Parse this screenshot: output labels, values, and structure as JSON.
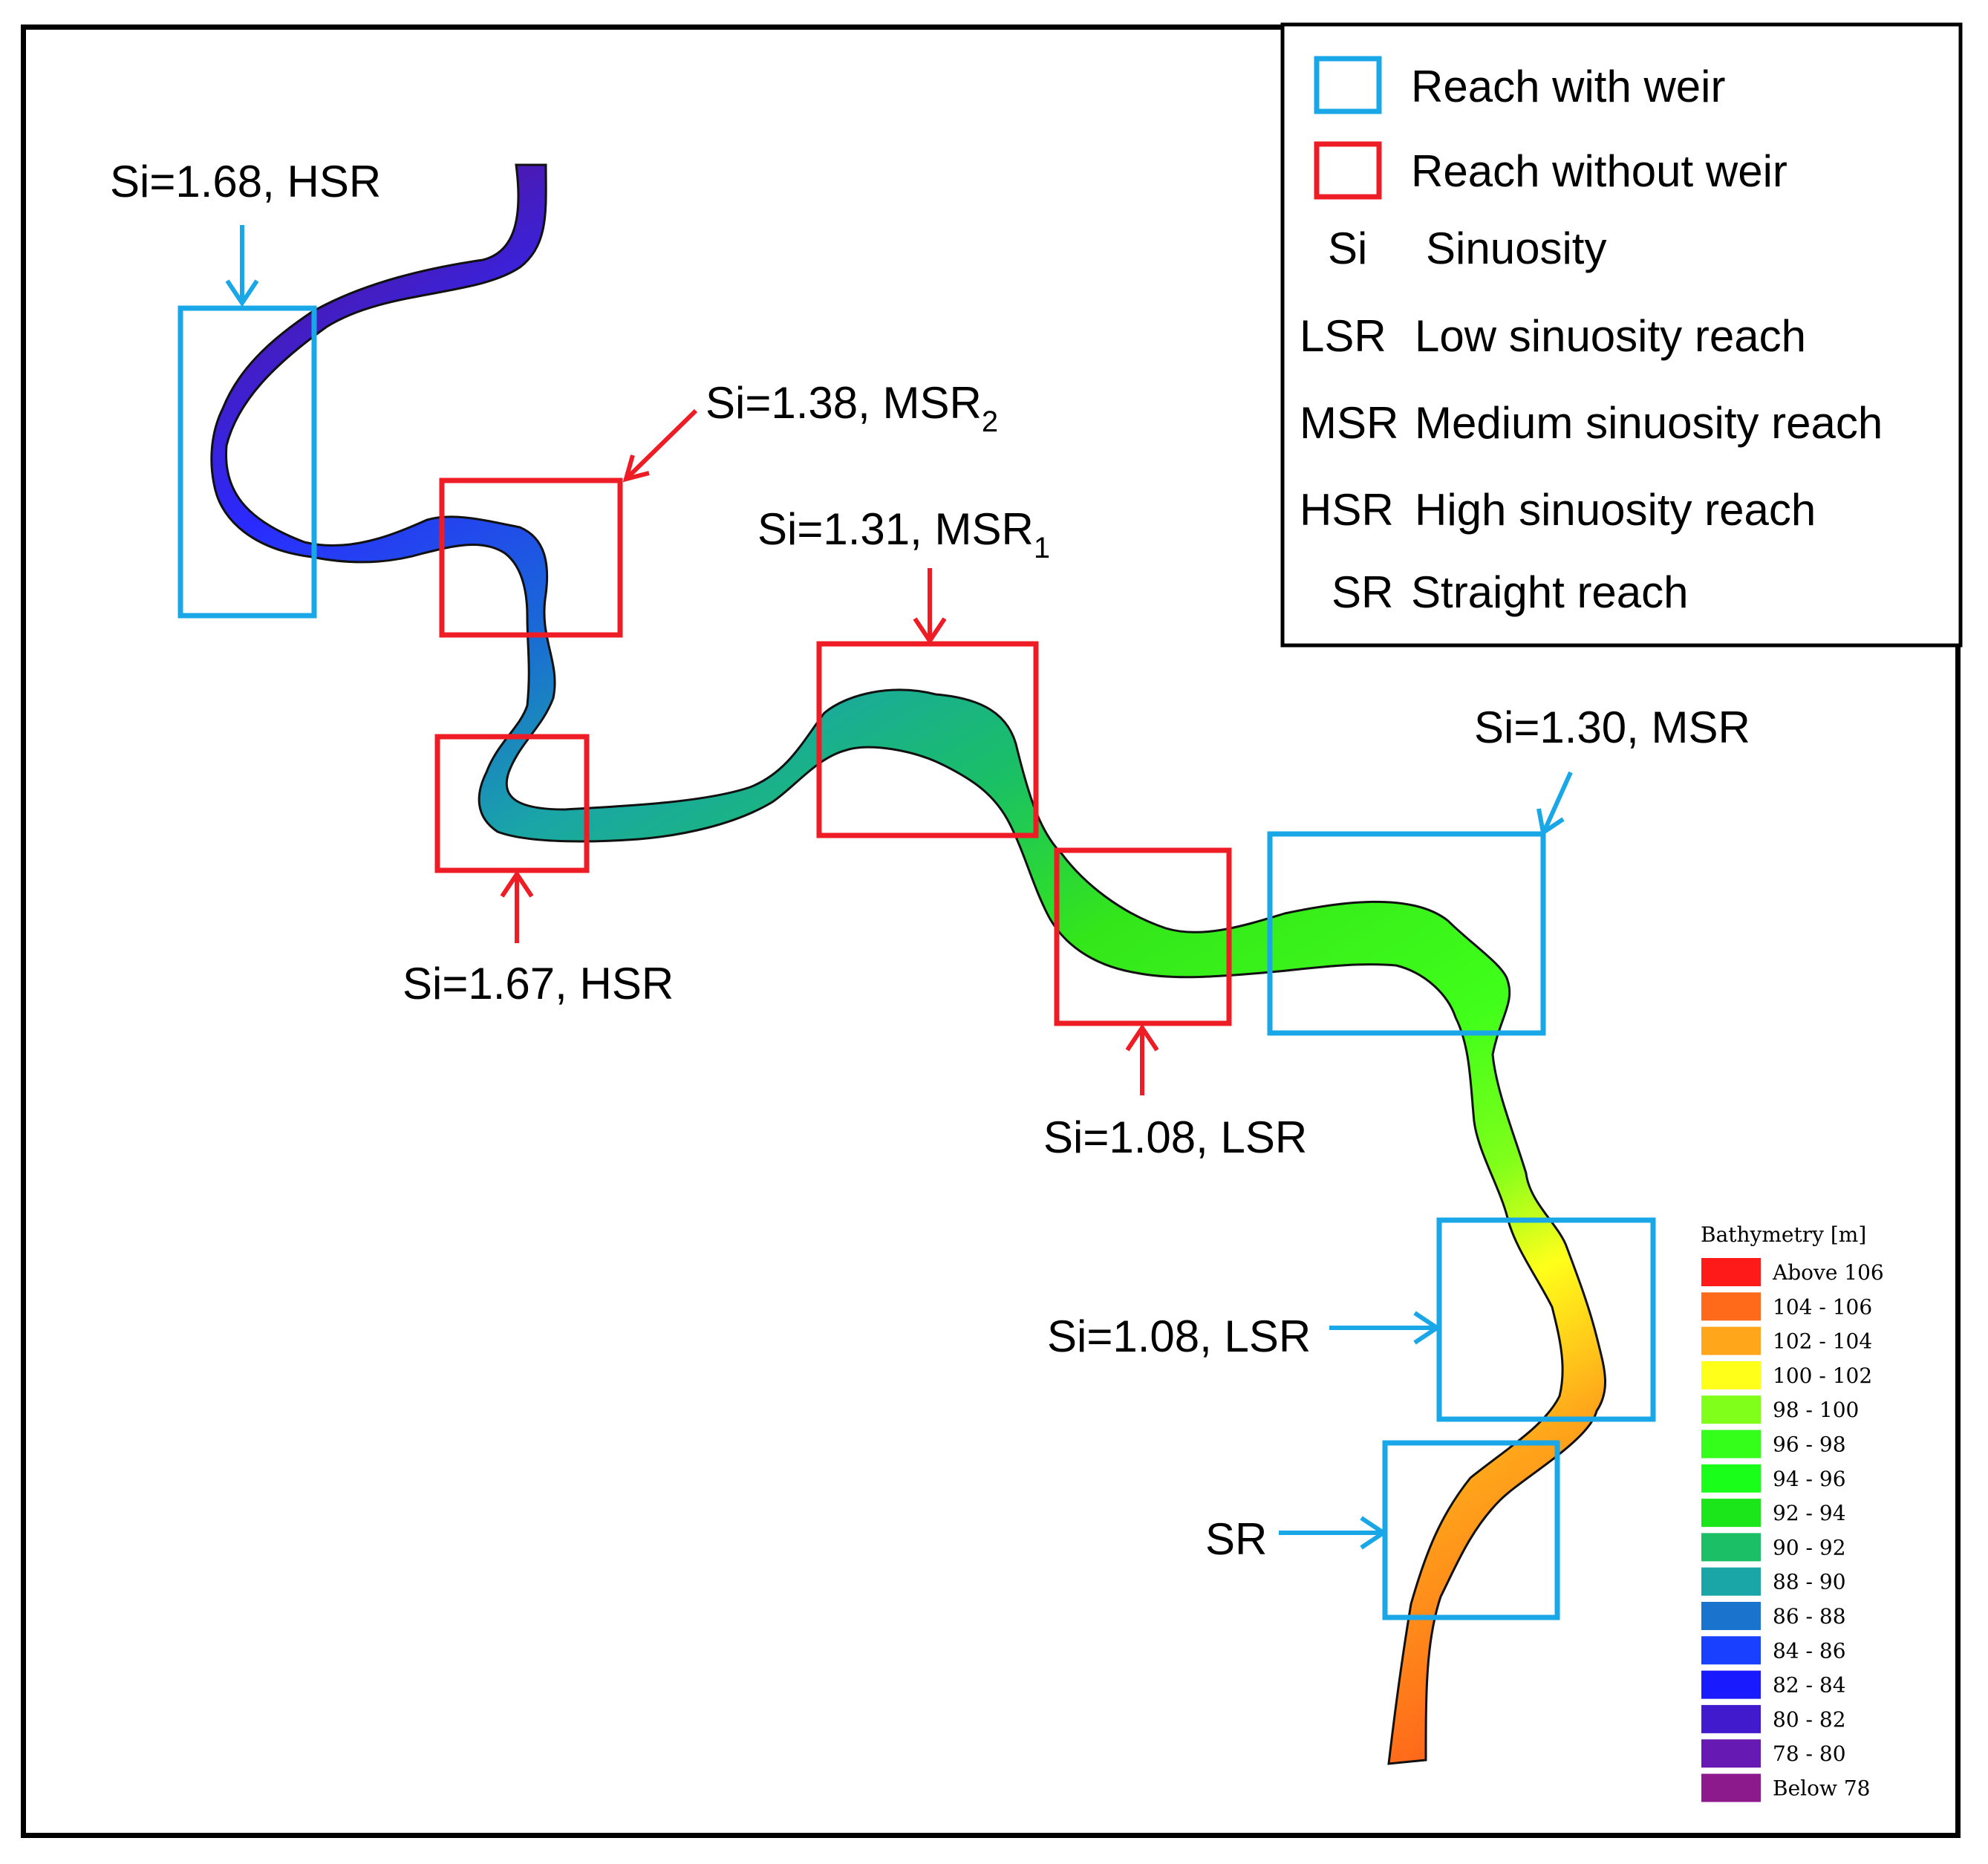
{
  "legend": {
    "boxes": [
      {
        "label": "Reach with weir",
        "color": "#1aa7e8"
      },
      {
        "label": "Reach without weir",
        "color": "#ee1c24"
      }
    ],
    "abbreviations": [
      {
        "abbr": "Si",
        "meaning": "Sinuosity"
      },
      {
        "abbr": "LSR",
        "meaning": "Low sinuosity reach"
      },
      {
        "abbr": "MSR",
        "meaning": "Medium sinuosity reach"
      },
      {
        "abbr": "HSR",
        "meaning": "High sinuosity reach"
      },
      {
        "abbr": "SR",
        "meaning": "Straight reach"
      }
    ]
  },
  "reaches": [
    {
      "id": "r1",
      "type": "weir",
      "label_main": "Si=1.68, HSR",
      "label_sub": ""
    },
    {
      "id": "r2",
      "type": "no-weir",
      "label_main": "Si=1.38, MSR",
      "label_sub": "2"
    },
    {
      "id": "r3",
      "type": "no-weir",
      "label_main": "Si=1.67, HSR",
      "label_sub": ""
    },
    {
      "id": "r4",
      "type": "no-weir",
      "label_main": "Si=1.31, MSR",
      "label_sub": "1"
    },
    {
      "id": "r5",
      "type": "no-weir",
      "label_main": "Si=1.08, LSR",
      "label_sub": ""
    },
    {
      "id": "r6",
      "type": "weir",
      "label_main": "Si=1.30, MSR",
      "label_sub": ""
    },
    {
      "id": "r7",
      "type": "weir",
      "label_main": "Si=1.08, LSR",
      "label_sub": ""
    },
    {
      "id": "r8",
      "type": "weir",
      "label_main": "SR",
      "label_sub": ""
    }
  ],
  "colorbar": {
    "title": "Bathymetry [m]",
    "classes": [
      {
        "label": "Above 106",
        "color": "#ff1a1a"
      },
      {
        "label": "104 - 106",
        "color": "#ff6a1a"
      },
      {
        "label": "102 - 104",
        "color": "#ffa61a"
      },
      {
        "label": "100 - 102",
        "color": "#ffff1a"
      },
      {
        "label": "98 - 100",
        "color": "#80ff1a"
      },
      {
        "label": "96 - 98",
        "color": "#33ff1a"
      },
      {
        "label": "94 - 96",
        "color": "#1aff1a"
      },
      {
        "label": "92 - 94",
        "color": "#1ae61a"
      },
      {
        "label": "90 - 92",
        "color": "#1abf66"
      },
      {
        "label": "88 - 90",
        "color": "#1aa6a6"
      },
      {
        "label": "86 - 88",
        "color": "#1a73cc"
      },
      {
        "label": "84 - 86",
        "color": "#1a40ff"
      },
      {
        "label": "82 - 84",
        "color": "#1a1aff"
      },
      {
        "label": "80 - 82",
        "color": "#401acc"
      },
      {
        "label": "78 - 80",
        "color": "#661ab3"
      },
      {
        "label": "Below 78",
        "color": "#8c1a8c"
      }
    ]
  }
}
